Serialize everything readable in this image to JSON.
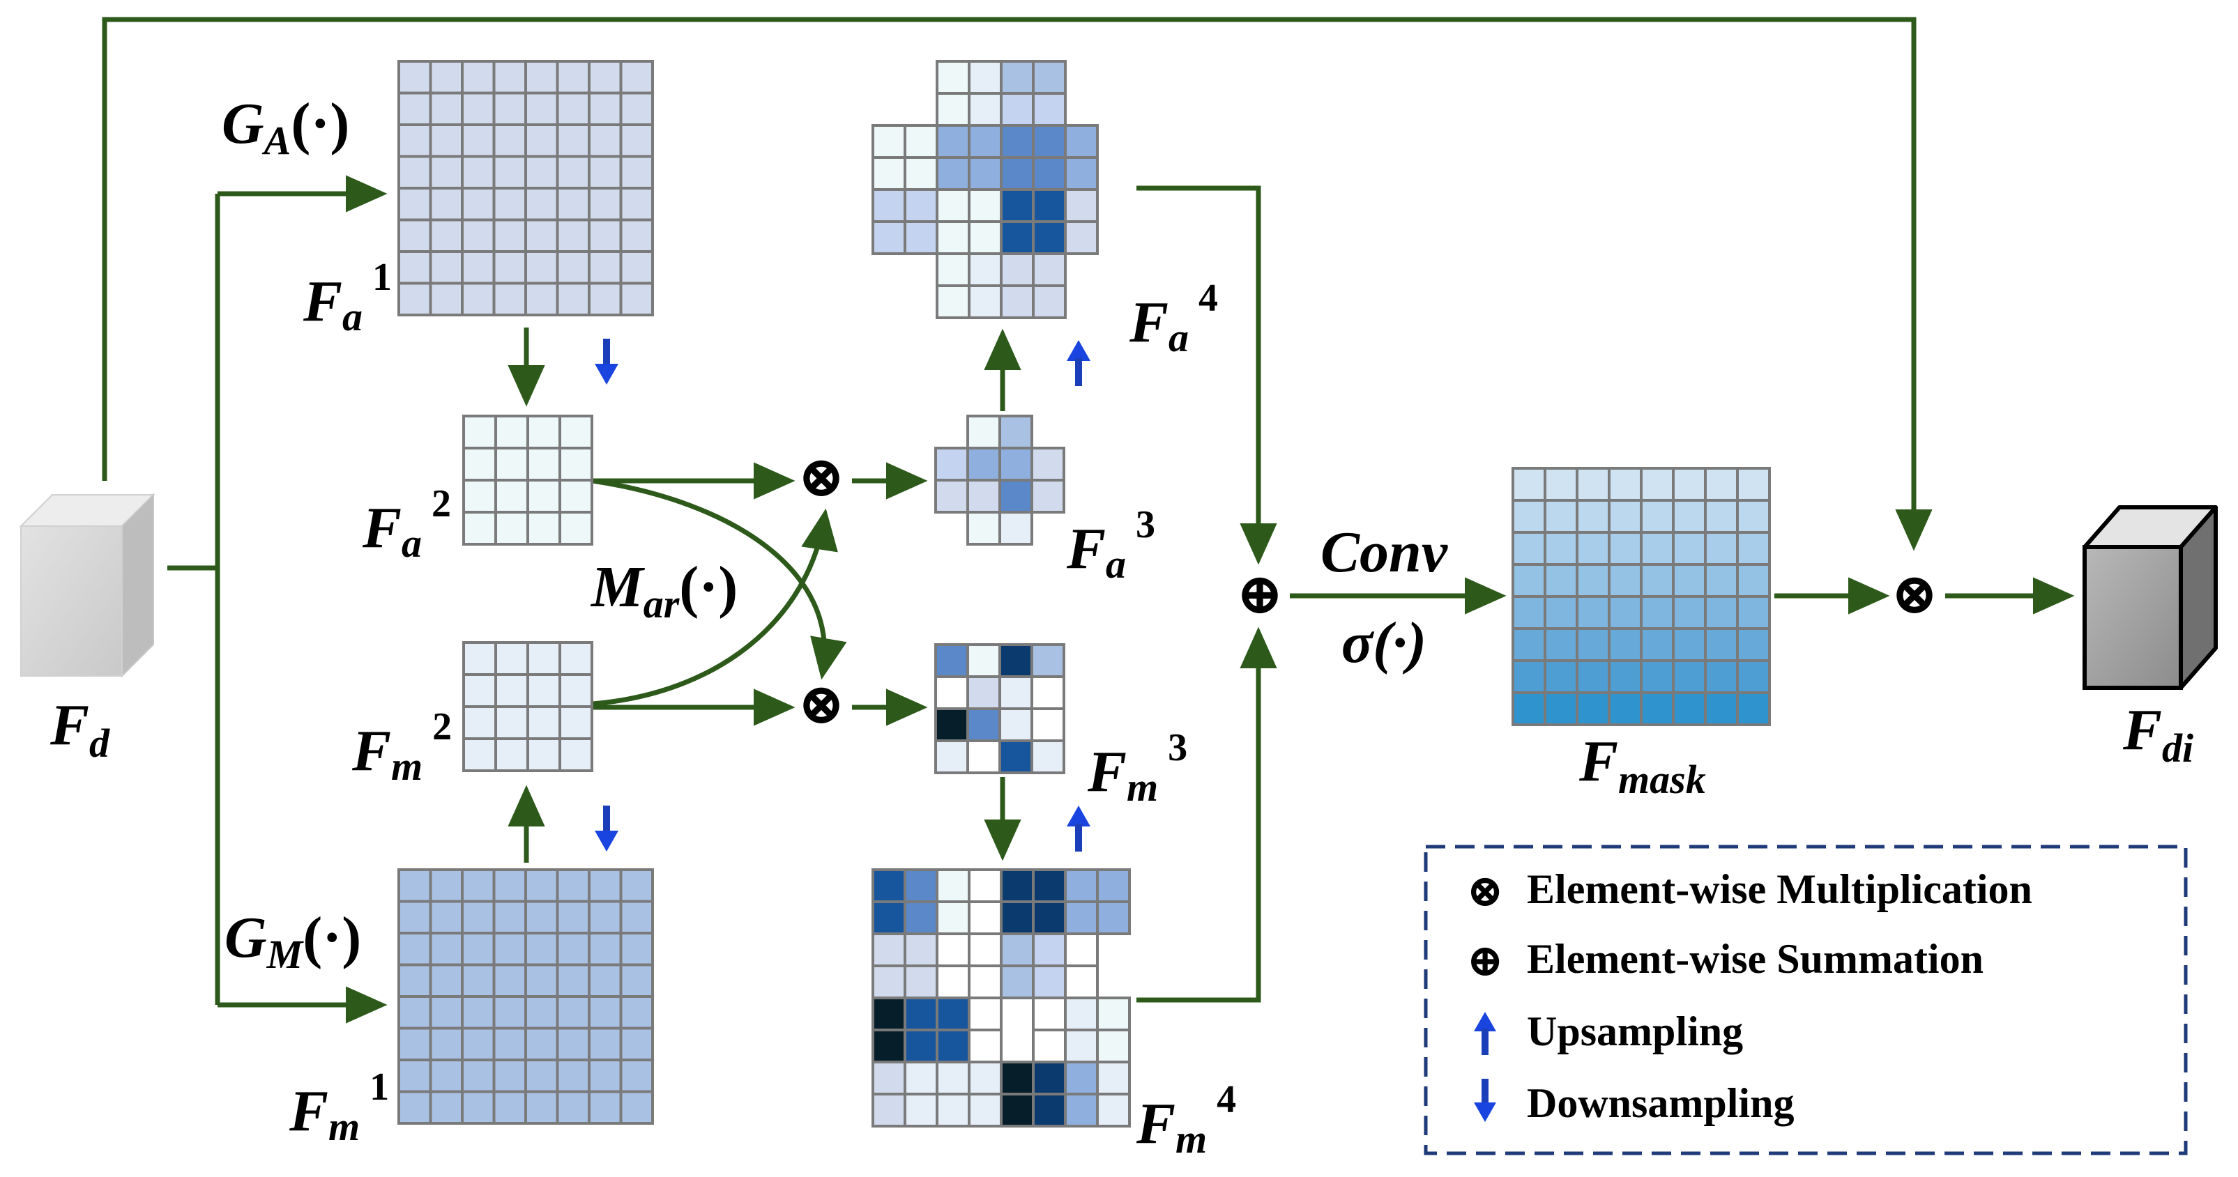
{
  "colors": {
    "arrow": "#2d5a1b",
    "grid_line": "#7a7a7a",
    "legend_border": "#1f3a78",
    "up_down_arrow": "#1540d8",
    "palette": [
      "#ffffff",
      "#eef8f9",
      "#e6eef8",
      "#d2dbee",
      "#c4d3ef",
      "#a9c2e4",
      "#8fb0de",
      "#5b88c9",
      "#17559d",
      "#0a3a6e",
      "#07283f"
    ]
  },
  "labels": {
    "fd": {
      "main": "F",
      "sub": "d"
    },
    "fdi": {
      "main": "F",
      "sub": "di"
    },
    "fmask": {
      "main": "F",
      "sub": "mask"
    },
    "fa1": {
      "main": "F",
      "sub": "a",
      "sup": "1"
    },
    "fa2": {
      "main": "F",
      "sub": "a",
      "sup": "2"
    },
    "fa3": {
      "main": "F",
      "sub": "a",
      "sup": "3"
    },
    "fa4": {
      "main": "F",
      "sub": "a",
      "sup": "4"
    },
    "fm1": {
      "main": "F",
      "sub": "m",
      "sup": "1"
    },
    "fm2": {
      "main": "F",
      "sub": "m",
      "sup": "2"
    },
    "fm3": {
      "main": "F",
      "sub": "m",
      "sup": "3"
    },
    "fm4": {
      "main": "F",
      "sub": "m",
      "sup": "4"
    },
    "ga": {
      "main": "G",
      "sub": "A",
      "arg": "(·)"
    },
    "gm": {
      "main": "G",
      "sub": "M",
      "arg": "(·)"
    },
    "mar": {
      "main": "M",
      "sub": "ar",
      "arg": "(·)"
    },
    "conv": "Conv",
    "sigma": "σ(·)"
  },
  "operators": {
    "multiply": "⊗",
    "sum": "⊕"
  },
  "legend": {
    "items": [
      {
        "symbol": "⊗",
        "text": "Element-wise Multiplication"
      },
      {
        "symbol": "⊕",
        "text": "Element-wise Summation"
      },
      {
        "symbol": "up-arrow-icon",
        "text": "Upsampling"
      },
      {
        "symbol": "down-arrow-icon",
        "text": "Downsampling"
      }
    ]
  },
  "grids": {
    "fa1": [
      "33333333",
      "33333333",
      "33333333",
      "33333333",
      "33333333",
      "33333333",
      "33333333",
      "33333333"
    ],
    "fm1": [
      "55555555",
      "55555555",
      "55555555",
      "55555555",
      "55555555",
      "55555555",
      "55555555",
      "55555555"
    ],
    "fa2": [
      "1111",
      "1111",
      "1111",
      "1111"
    ],
    "fm2": [
      "2222",
      "2222",
      "2222",
      "2222"
    ],
    "fa3": [
      "-15-",
      "4663",
      "3373",
      "-12-"
    ],
    "fm3": [
      "7195",
      "0320",
      "a720",
      "2082"
    ],
    "fa4": [
      "--1255--",
      "--1244--",
      "1166776-",
      "1166776-",
      "4411883-",
      "4411883-",
      "--1233--",
      "--1233--"
    ],
    "fm4": [
      "87109966",
      "87109966",
      "3300540-",
      "3300540-",
      "a880-021",
      "a880-021",
      "3222a962",
      "3222a962"
    ],
    "fmask": [
      "cccccccc",
      "dddddddd",
      "eeeeeeee",
      "ffffffff",
      "gggggggg",
      "hhhhhhhh",
      "iiiiiiii",
      "jjjjjjjj"
    ]
  }
}
